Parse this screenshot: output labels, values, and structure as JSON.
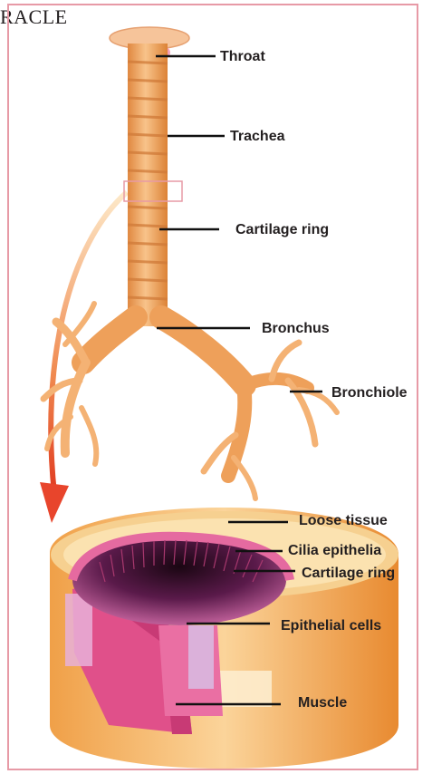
{
  "header_fragment": "RACLE",
  "labels": {
    "throat": "Throat",
    "trachea": "Trachea",
    "cartilage_ring_top": "Cartilage ring",
    "bronchus": "Bronchus",
    "bronchiole": "Bronchiole",
    "loose_tissue": "Loose tissue",
    "cilia_epithelia": "Cilia epithelia",
    "cartilage_ring_bottom": "Cartilage ring",
    "epithelial_cells": "Epithelial cells",
    "muscle": "Muscle"
  },
  "colors": {
    "frame_border": "#e79aa6",
    "trachea_orange": "#f2a862",
    "lumen_purple": "#5a1a4a",
    "epithelium_pink": "#e0508a",
    "arrow_red": "#e8452c"
  }
}
